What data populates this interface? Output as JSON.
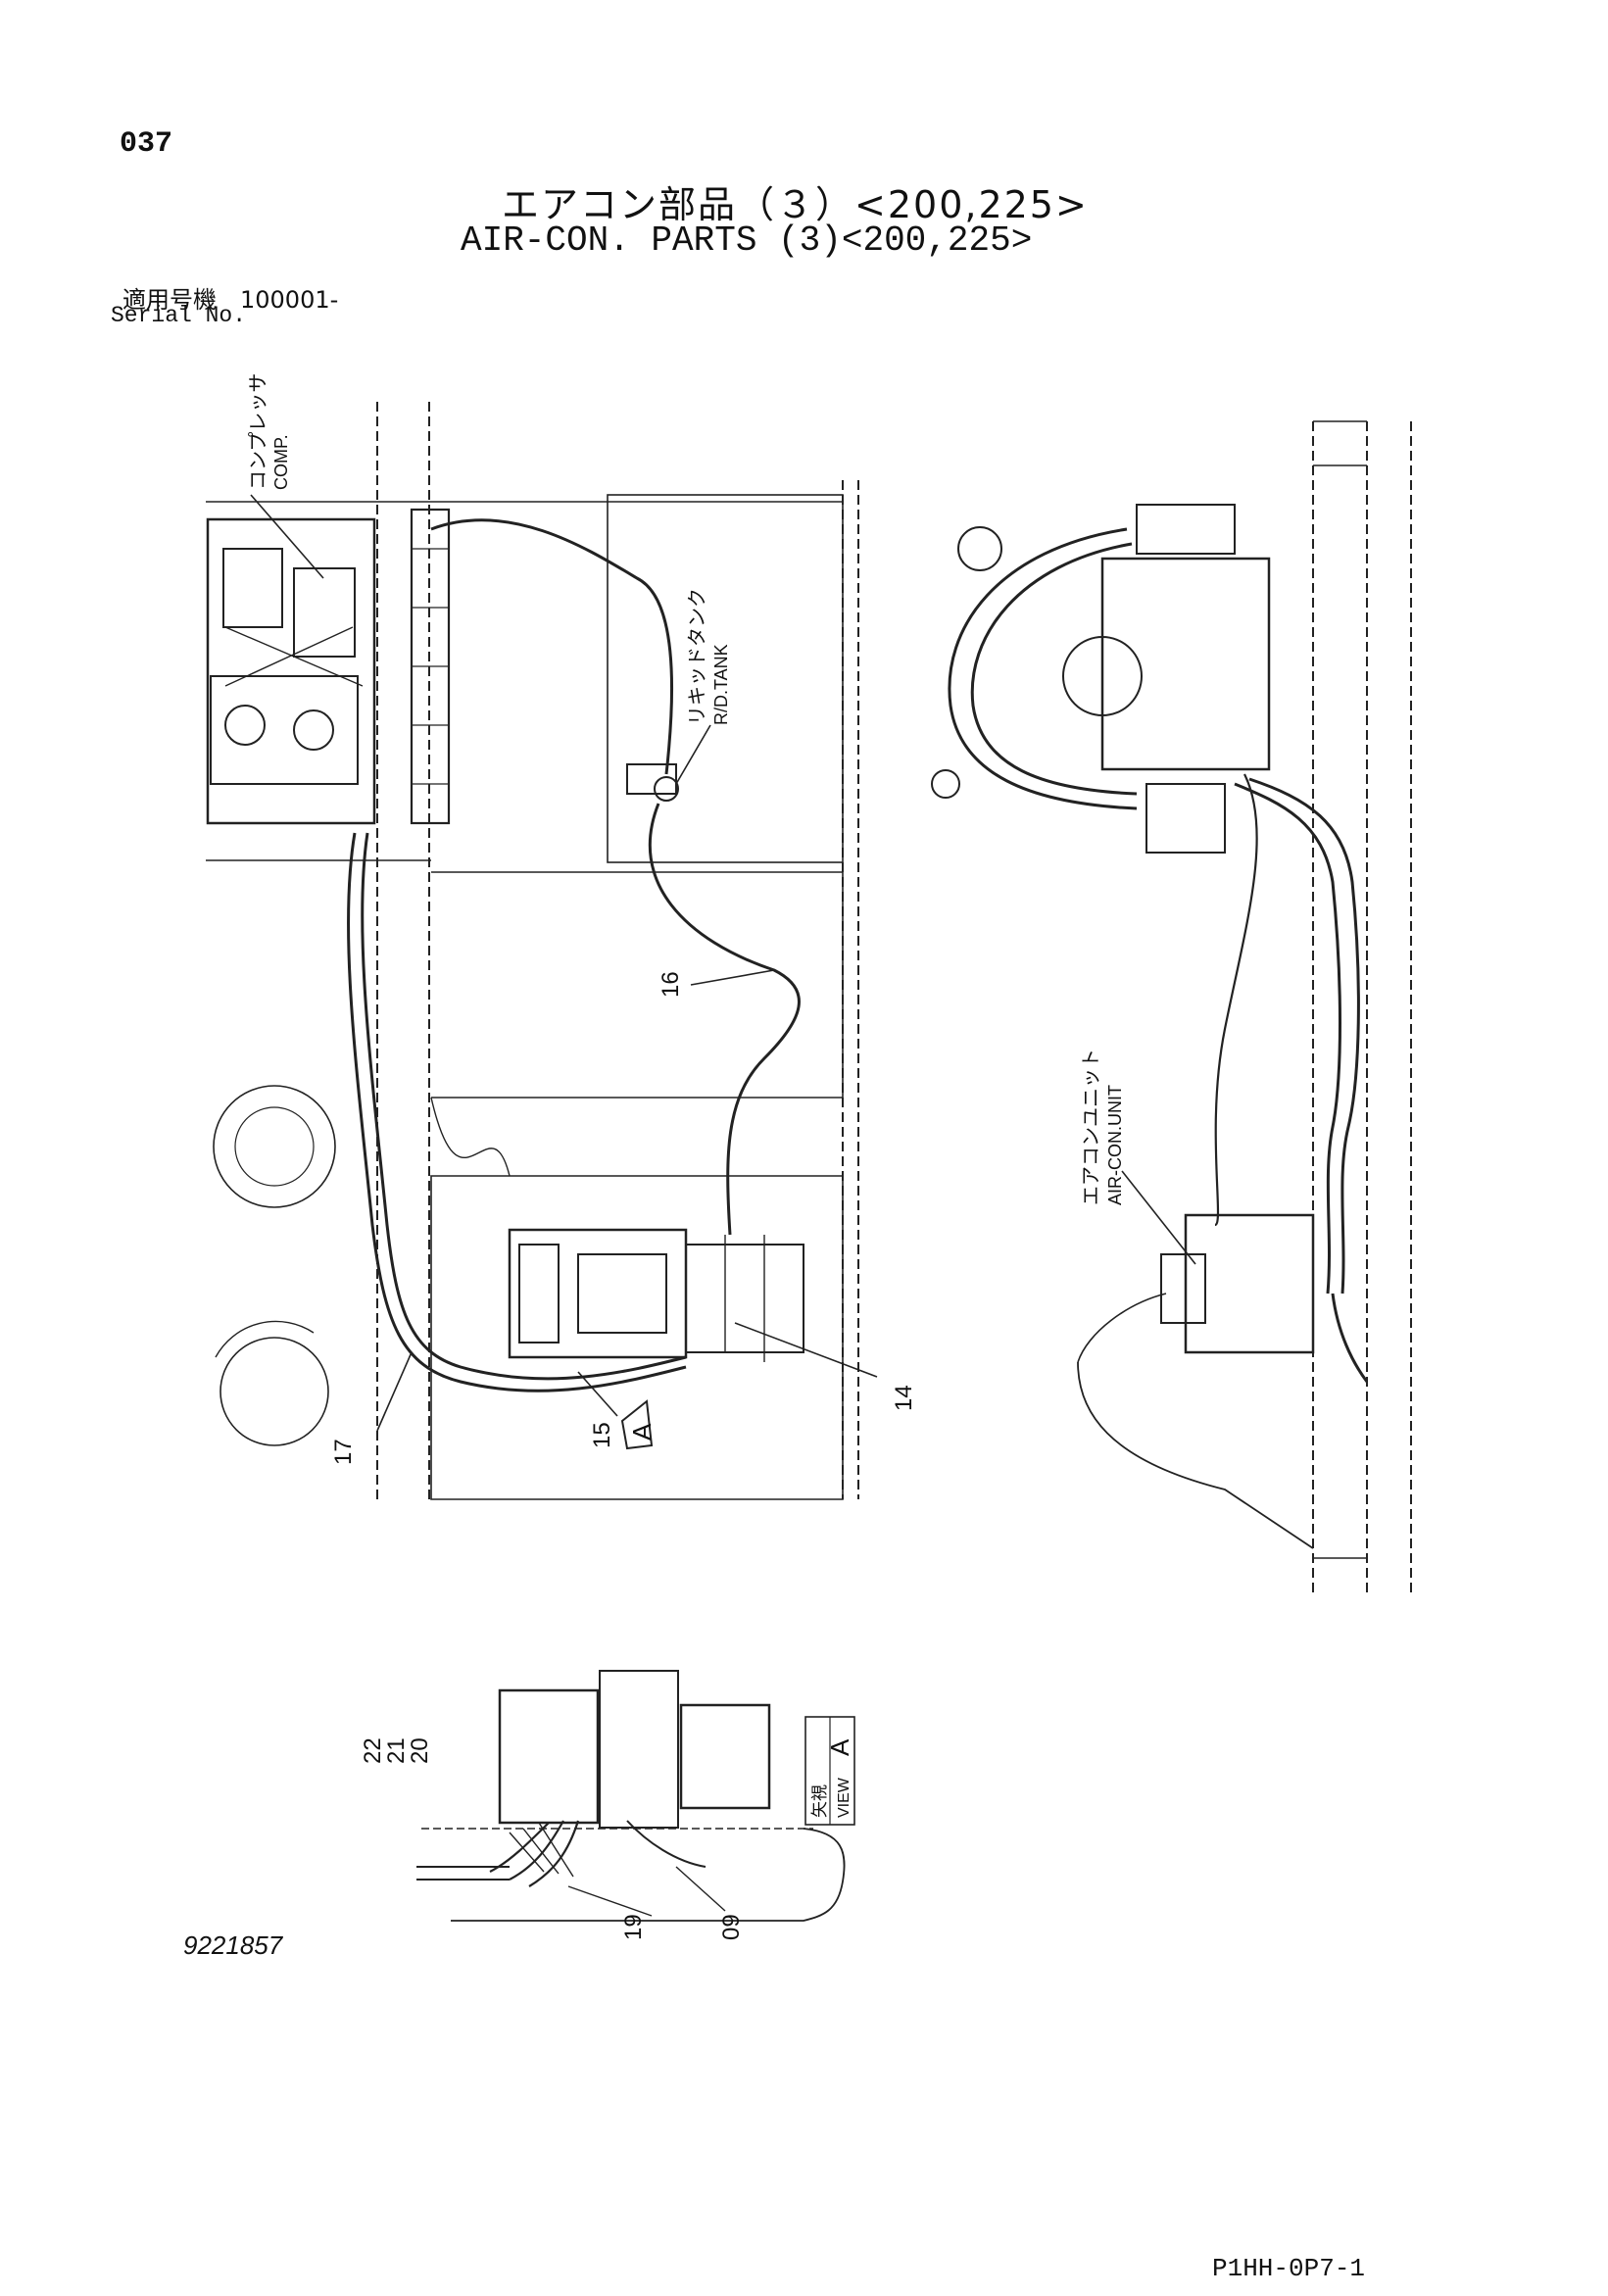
{
  "header": {
    "page_number": "037",
    "title_jp": "エアコン部品（３）<200,225>",
    "title_en": "AIR-CON. PARTS (3)<200,225>",
    "serial_jp": "適用号機　100001-",
    "serial_en": "Serial No."
  },
  "labels": {
    "compressor_jp": "コンプレッサ",
    "compressor_en": "COMP.",
    "tank_jp": "リキッドタンク",
    "tank_en": "R/D.TANK",
    "aircon_jp": "エアコンユニット",
    "aircon_en": "AIR-CON.UNIT",
    "view_jp": "矢視",
    "view_en": "VIEW",
    "view_letter": "A",
    "arrow_letter": "A"
  },
  "callouts": {
    "c14": "14",
    "c15": "15",
    "c16": "16",
    "c17": "17",
    "c19": "19",
    "c20": "20",
    "c21": "21",
    "c22": "22",
    "c09": "09"
  },
  "footer": {
    "drawing_number": "9221857",
    "page_code": "P1HH-0P7-1"
  }
}
